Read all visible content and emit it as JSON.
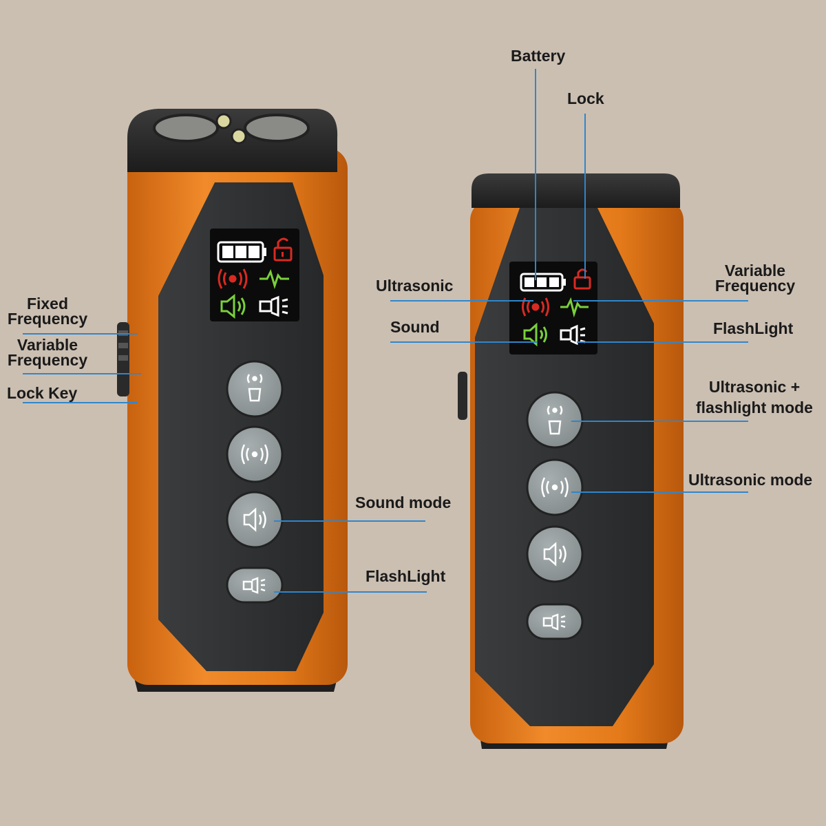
{
  "background_color": "#cbbfb2",
  "colors": {
    "body_orange": "#e47a1a",
    "panel_dark": "#2f3133",
    "screen_black": "#0b0b0b",
    "button_gray": "#8f9798",
    "leader_line": "#2f86cc",
    "icon_red": "#d92a22",
    "icon_green": "#7ad03a"
  },
  "left_device": {
    "side_labels": {
      "fixed_frequency": "Fixed\nFrequency",
      "variable_frequency": "Variable\nFrequency",
      "lock_key": "Lock Key"
    },
    "button_labels": {
      "sound_mode": "Sound mode",
      "flashlight": "FlashLight"
    },
    "screen_icons": [
      "battery-icon",
      "lock-icon",
      "ultrasonic-icon",
      "frequency-wave-icon",
      "speaker-icon",
      "flashlight-icon"
    ],
    "buttons": [
      "ultrasonic-flashlight-button",
      "ultrasonic-button",
      "sound-button",
      "flashlight-button"
    ]
  },
  "right_device": {
    "screen_labels": {
      "battery": "Battery",
      "lock": "Lock",
      "ultrasonic": "Ultrasonic",
      "variable_frequency": "Variable\nFrequency",
      "sound": "Sound",
      "flashlight": "FlashLight"
    },
    "button_labels": {
      "ultrasonic_flashlight_mode": "Ultrasonic +\nflashlight mode",
      "ultrasonic_mode": "Ultrasonic mode"
    }
  }
}
